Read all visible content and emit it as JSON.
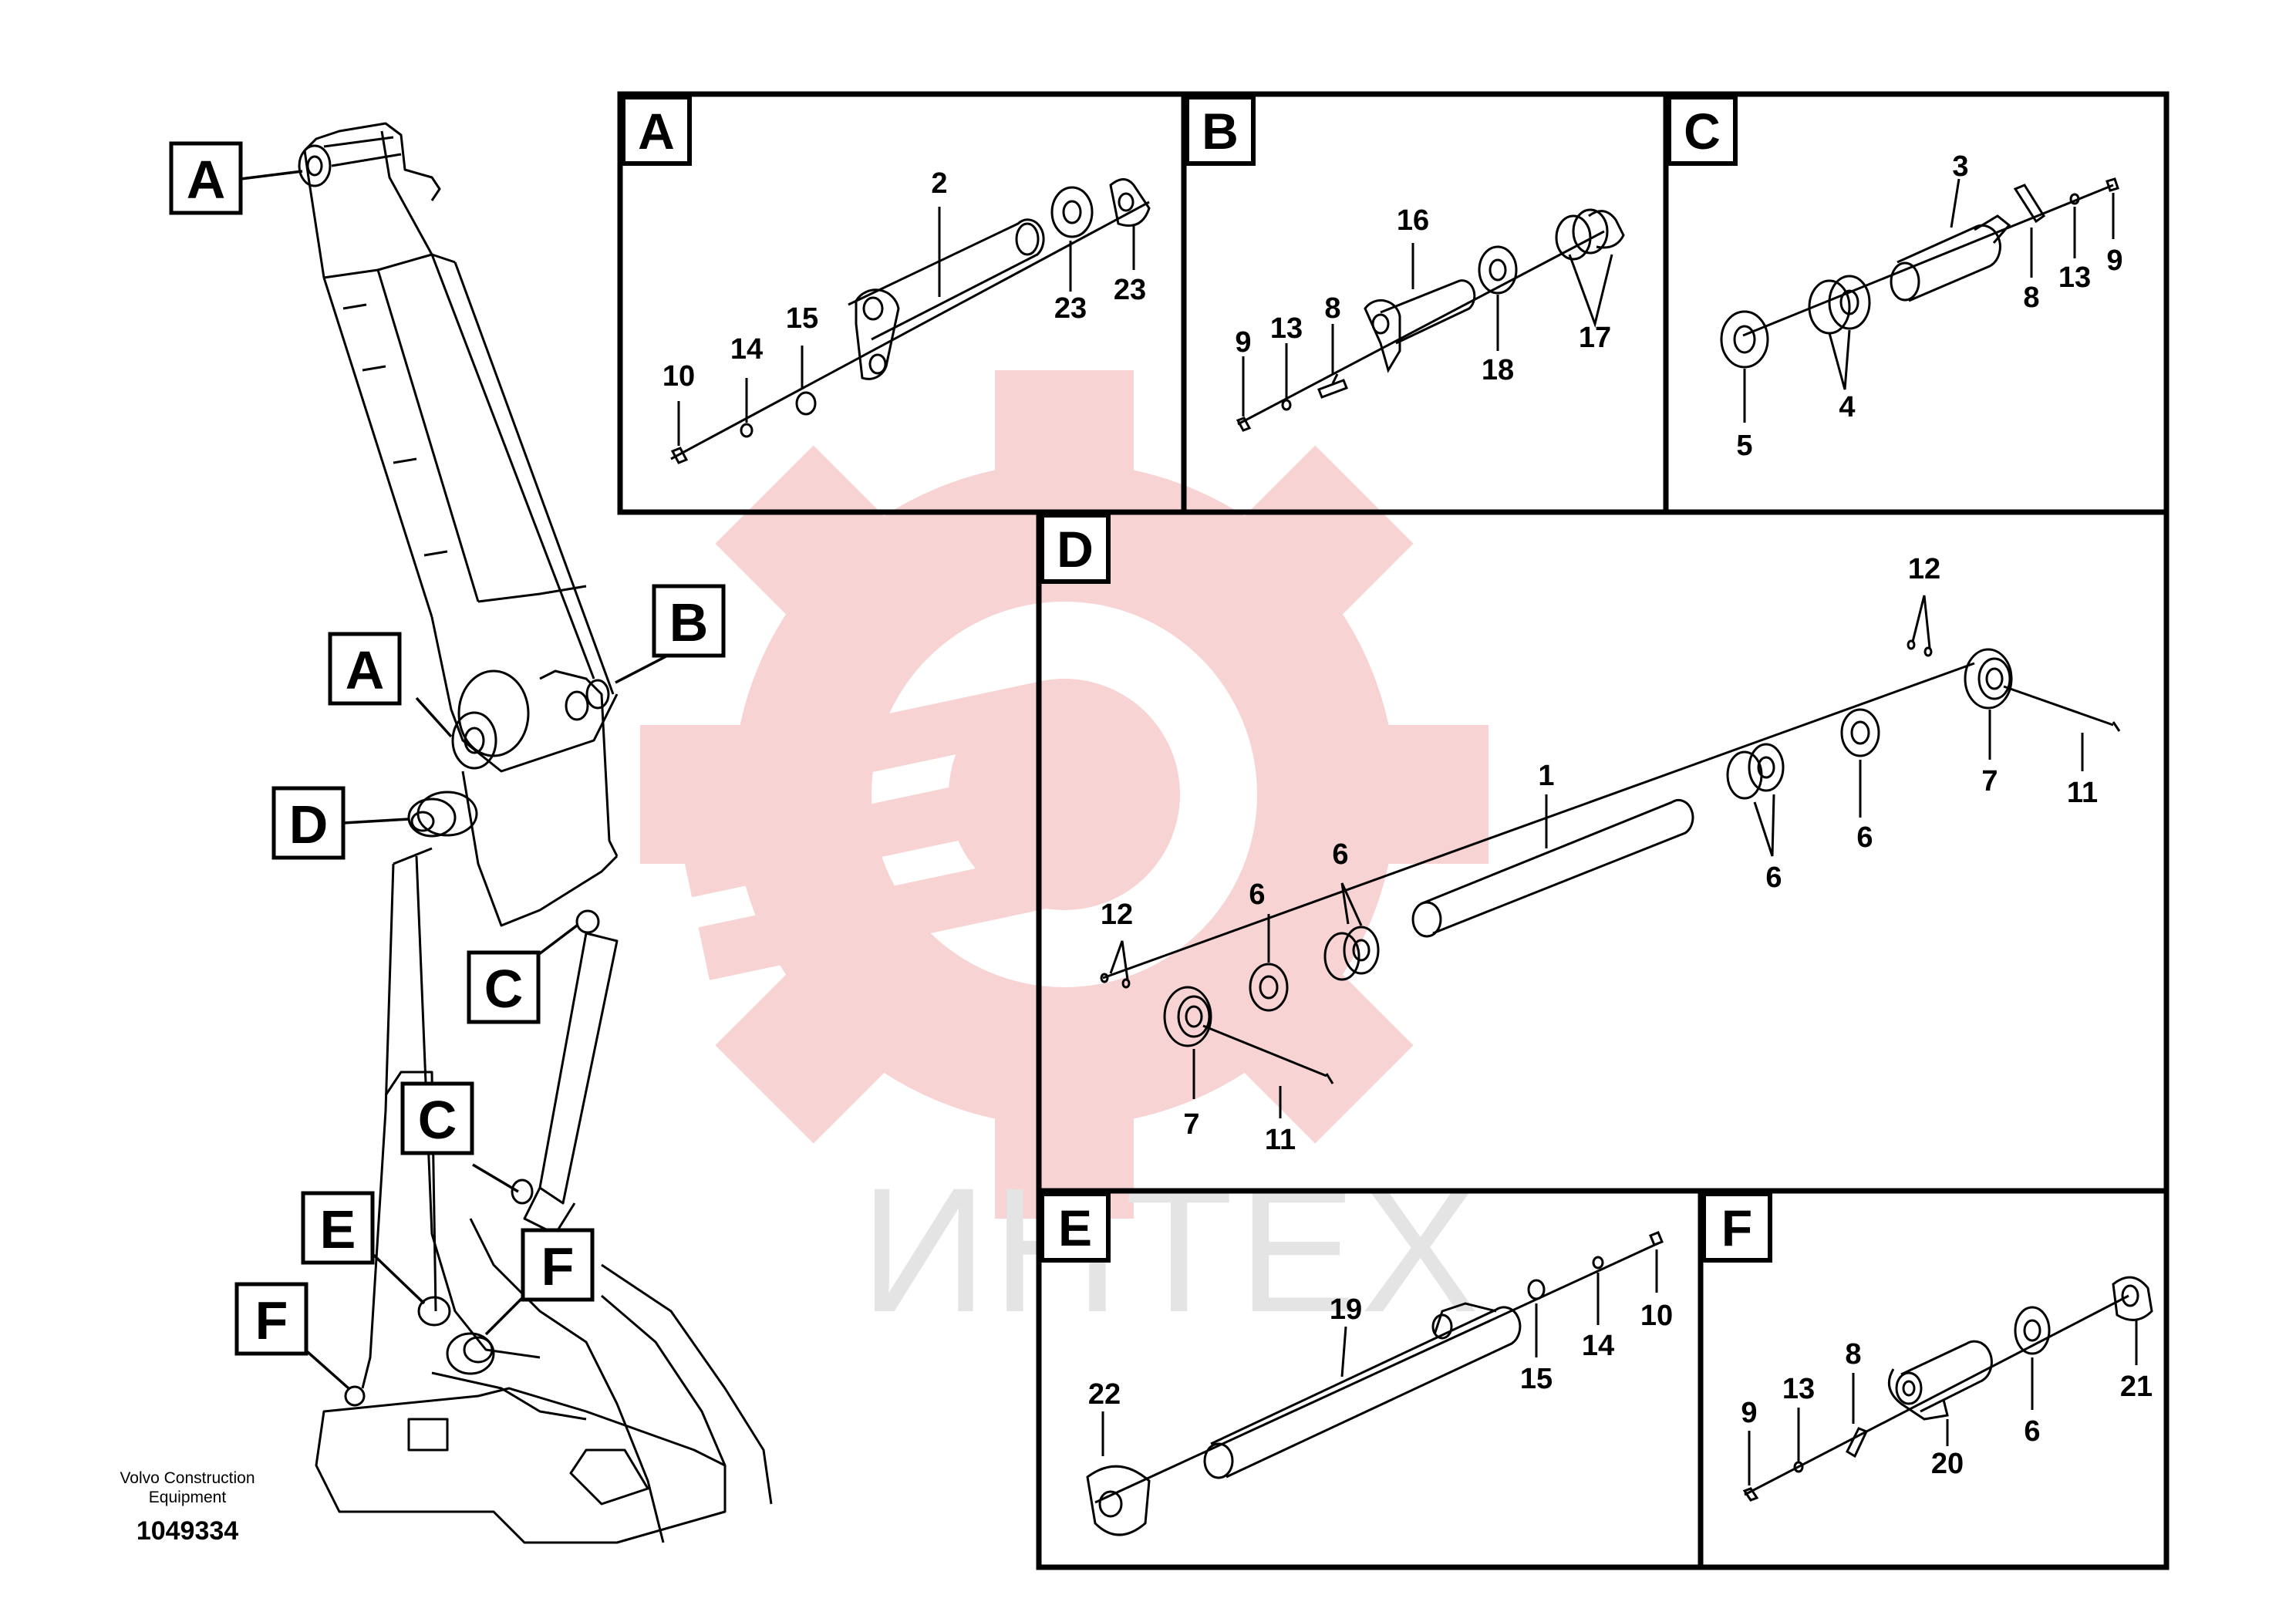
{
  "watermark": {
    "text": "ИНТЕХ",
    "color": "#f2b0b0"
  },
  "footer": {
    "maker_line1": "Volvo Construction",
    "maker_line2": "Equipment",
    "drawing_number": "1049334"
  },
  "overview_callouts": [
    "A",
    "A",
    "B",
    "D",
    "C",
    "C",
    "E",
    "F",
    "F"
  ],
  "panels": {
    "A": {
      "label": "A",
      "parts": [
        "2",
        "23",
        "23",
        "15",
        "14",
        "10"
      ]
    },
    "B": {
      "label": "B",
      "parts": [
        "16",
        "8",
        "13",
        "9",
        "18",
        "17"
      ]
    },
    "C": {
      "label": "C",
      "parts": [
        "3",
        "8",
        "13",
        "9",
        "4",
        "5"
      ]
    },
    "D": {
      "label": "D",
      "parts": [
        "12",
        "12",
        "1",
        "6",
        "6",
        "6",
        "6",
        "7",
        "7",
        "11",
        "11"
      ]
    },
    "E": {
      "label": "E",
      "parts": [
        "19",
        "22",
        "15",
        "14",
        "10"
      ]
    },
    "F": {
      "label": "F",
      "parts": [
        "8",
        "9",
        "13",
        "20",
        "6",
        "21"
      ]
    }
  }
}
